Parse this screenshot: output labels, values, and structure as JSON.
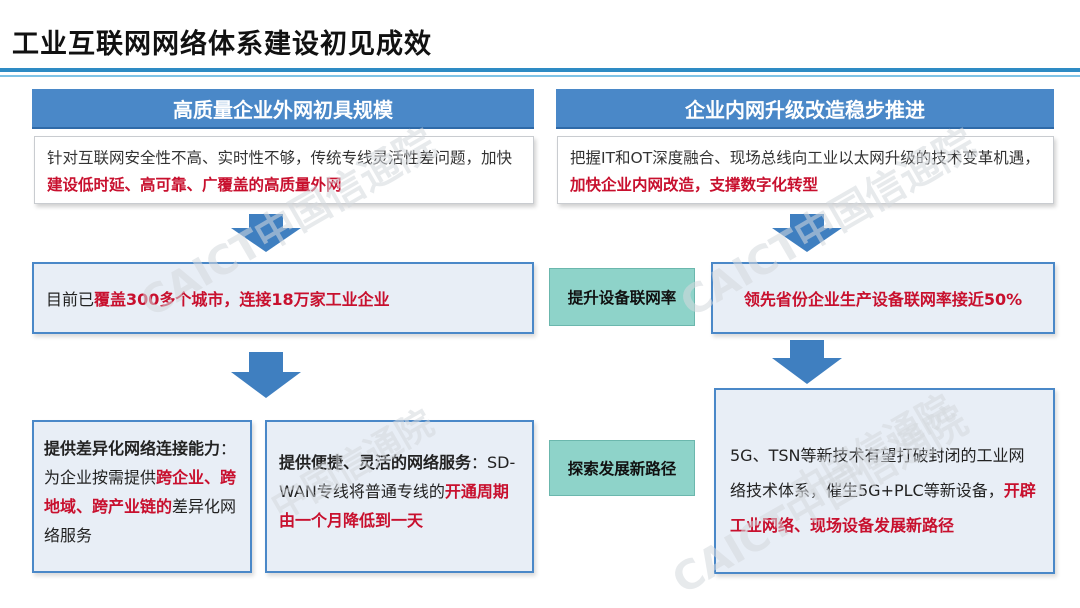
{
  "title": "工业互联网网络体系建设初见成效",
  "left_header": "高质量企业外网初具规模",
  "right_header": "企业内网升级改造稳步推进",
  "left_desc": {
    "a": "针对互联网安全性不高、实时性不够，传统专线灵活性差问题，加快",
    "b": "建设低时延、高可靠、广覆盖的高质量外网"
  },
  "right_desc": {
    "a": "把握IT和OT深度融合、现场总线向工业以太网升级的技术变革机遇，",
    "b": "加快企业内网改造，支撑数字化转型"
  },
  "left_mid": {
    "a": "目前已",
    "b": "覆盖300多个城市，连接18万家工业企业"
  },
  "right_mid": "领先省份企业生产设备联网率接近50%",
  "center_1": "提升设备联网率",
  "center_2": "探索发展新路径",
  "box1": {
    "a": "提供差异化网络连接能力",
    "b": "：为企业按需提供",
    "c": "跨企业、跨地域、跨产业链的",
    "d": "差异化网络服务"
  },
  "box2": {
    "a": "提供便捷、灵活的网络服务",
    "b": "：SD-WAN专线将普通专线的",
    "c": "开通周期由一个月降低到一天"
  },
  "box3": {
    "a": "5G、TSN等新技术有望打破封闭的工业网络技术体系，催生5G+PLC等新设备，",
    "b": "开辟工业网络、现场设备发展新路径"
  },
  "watermark": [
    "CAICT中国信通院",
    "CAICT中国信通院",
    "中国信通院",
    "CAICT中国信通院",
    "中国信通院"
  ],
  "colors": {
    "header_blue": "#4a88c8",
    "highlight_red": "#c8102e",
    "teal": "#8ed3c9",
    "panel_bg": "#e8eef6"
  }
}
